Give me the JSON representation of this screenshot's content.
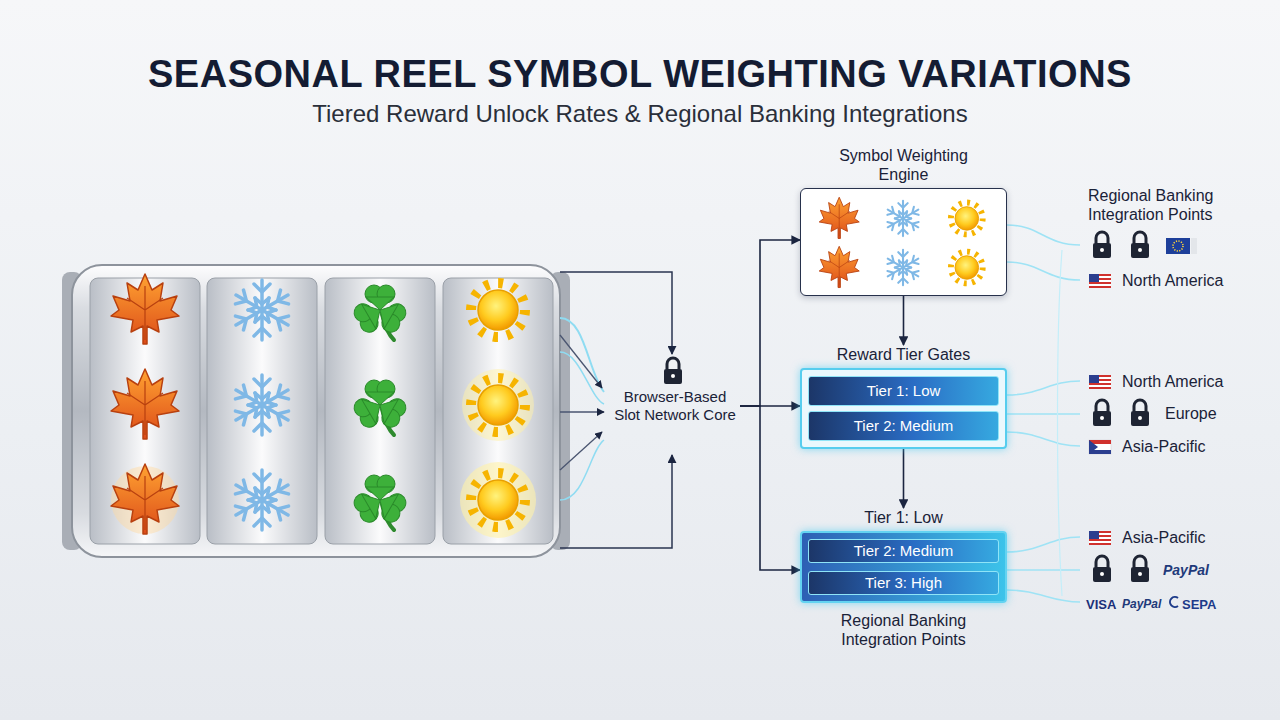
{
  "diagram": {
    "title": "SEASONAL REEL SYMBOL WEIGHTING VARIATIONS",
    "nodes": [
      {
        "text": [
          "Browser-Based Slot Network Core"
        ]
      },
      {
        "text": [
          "Symbol Weighting Engine"
        ]
      },
      {
        "text": [
          "Reward Tier Gates"
        ]
      },
      {
        "text": [
          "Tier 1: Low"
        ],
        "in": 2
      },
      {
        "text": [
          "Tier 2: Medium"
        ],
        "in": 2
      },
      {
        "text": [
          "Tier 1: Low",
          "Regional Banking Integration Points"
        ]
      },
      {
        "text": [
          "Tier 2: Medium"
        ],
        "in": 5
      },
      {
        "text": [
          "Tier 3: High"
        ],
        "in": 5
      }
    ],
    "edges": [
      {
        "from": 0,
        "to": 1,
        "arrow": "to"
      },
      {
        "from": 0,
        "to": 2,
        "arrow": "to"
      },
      {
        "from": 0,
        "to": 5,
        "arrow": "to"
      },
      {
        "from": 1,
        "to": 2,
        "arrow": "to"
      },
      {
        "from": 2,
        "to": 5,
        "arrow": "to"
      }
    ],
    "labels": [
      "Tiered Reward Unlock Rates & Regional Banking Integrations",
      "Regional Banking Integration Points",
      "North America",
      "North America",
      "Europe",
      "Asia-Pacific",
      "Asia-Pacific",
      "PayPal",
      "VISA",
      "PayPal",
      "SEPA"
    ]
  }
}
